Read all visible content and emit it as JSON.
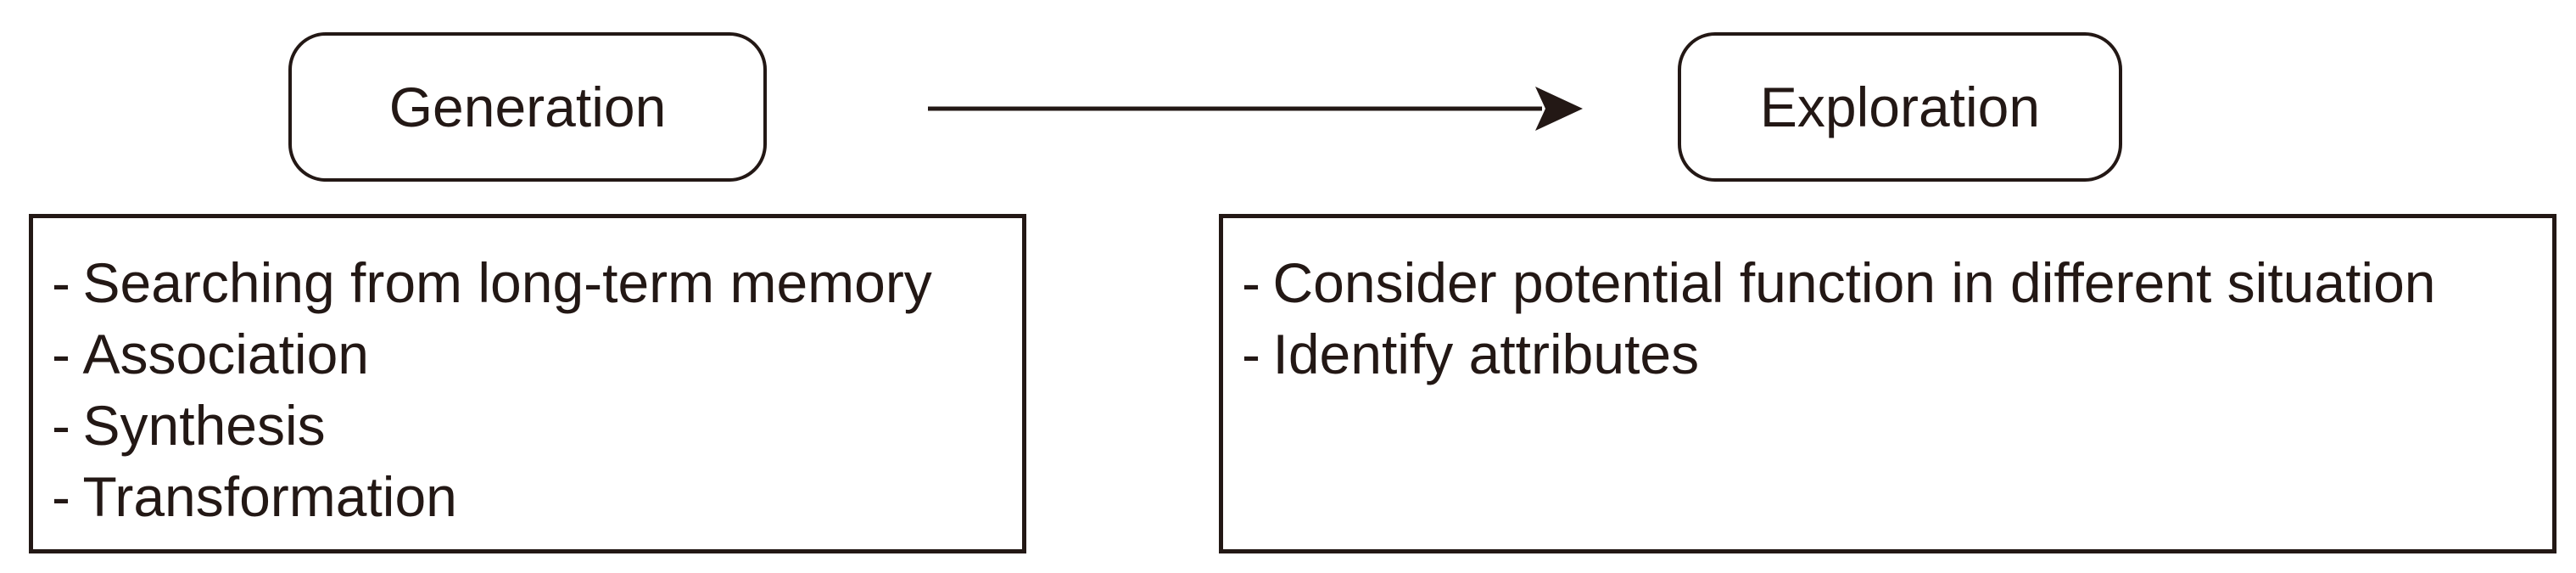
{
  "stages": {
    "generation": {
      "label": "Generation",
      "items": [
        "Searching from long-term memory",
        "Association",
        "Synthesis",
        "Transformation"
      ]
    },
    "exploration": {
      "label": "Exploration",
      "items": [
        "Consider potential function in different situation",
        "Identify attributes"
      ]
    }
  },
  "colors": {
    "ink": "#231815",
    "background": "#ffffff"
  },
  "icons": {
    "flow": "arrow-right-icon"
  }
}
